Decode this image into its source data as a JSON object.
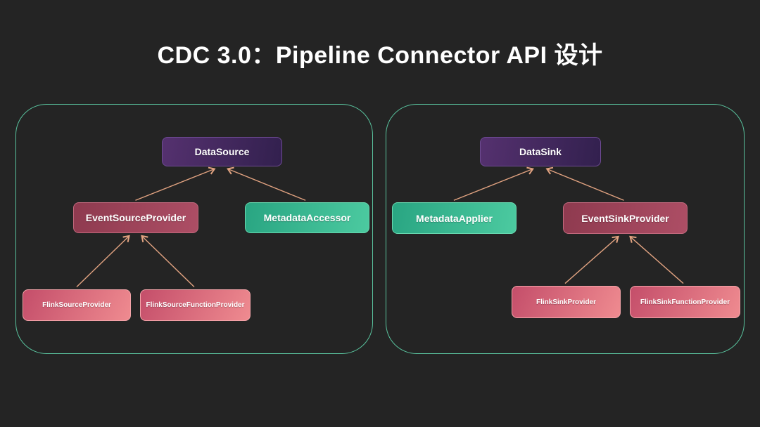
{
  "title": "CDC 3.0：Pipeline Connector API 设计",
  "colors": {
    "background": "#242424",
    "panel_border": "#59c29d",
    "edge_arrow": "#e2a381",
    "node_purple_gradient": [
      "#55316f",
      "#32204e"
    ],
    "node_maroon_gradient": [
      "#8e3a4f",
      "#ad4e65"
    ],
    "node_teal_gradient": [
      "#29a582",
      "#4ccaa0"
    ],
    "node_pink_gradient": [
      "#c44e6a",
      "#ef8b90"
    ],
    "text": "#ffffff"
  },
  "source_panel": {
    "root": "DataSource",
    "provider": "EventSourceProvider",
    "accessor": "MetadataAccessor",
    "flink_provider": "FlinkSourceProvider",
    "flink_function_provider": "FlinkSourceFunctionProvider"
  },
  "sink_panel": {
    "root": "DataSink",
    "applier": "MetadataApplier",
    "provider": "EventSinkProvider",
    "flink_provider": "FlinkSinkProvider",
    "flink_function_provider": "FlinkSinkFunctionProvider"
  }
}
